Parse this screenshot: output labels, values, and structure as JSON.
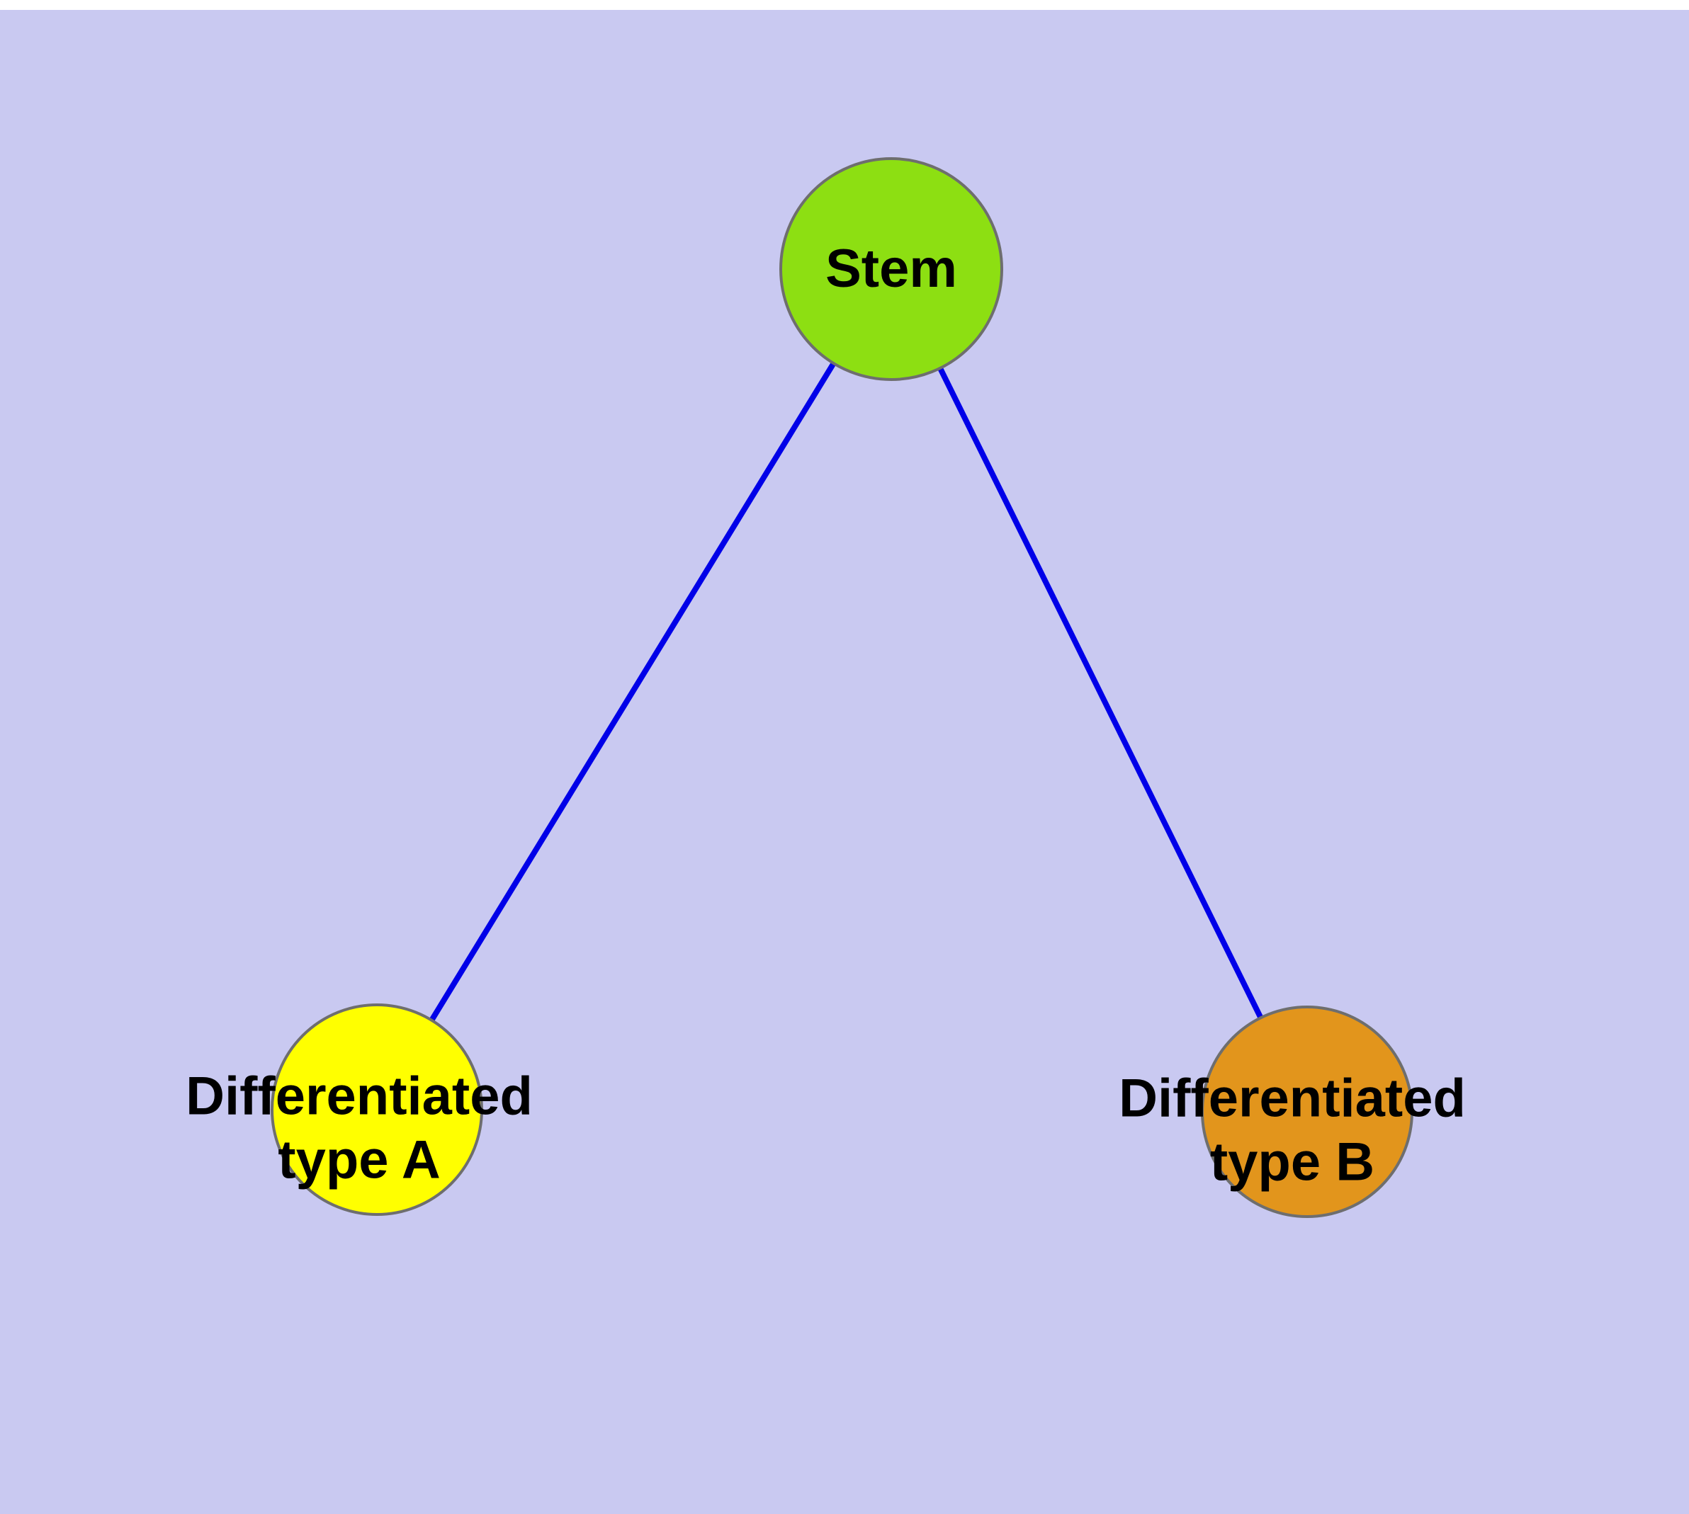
{
  "diagram": {
    "type": "graph",
    "background_color": "#c9c9f1",
    "edge_color": "#0000e8",
    "node_border_color": "#6e6e6e",
    "nodes": [
      {
        "id": "stem",
        "label": "Stem",
        "color": "#8ddf12"
      },
      {
        "id": "type_a",
        "label": "Differentiated\ntype A",
        "color": "#ffff00"
      },
      {
        "id": "type_b",
        "label": "Differentiated\ntype B",
        "color": "#e2951c"
      }
    ],
    "edges": [
      {
        "from": "stem",
        "to": "type_a"
      },
      {
        "from": "stem",
        "to": "type_b"
      }
    ]
  }
}
